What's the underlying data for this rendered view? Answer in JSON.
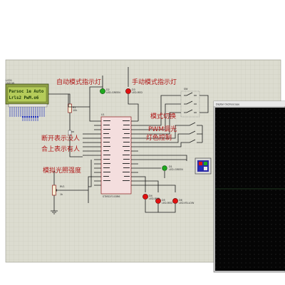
{
  "components": {
    "lcd": {
      "ref": "LCD1",
      "part": "LM016L",
      "line1": "Parsoc 1e    Auto",
      "line2": "Lrls2        PwM.o6"
    },
    "mcu": {
      "ref": "U1",
      "part": "STM32F103R6"
    },
    "led_auto": {
      "ref": "D2",
      "part": "LED-GREEN"
    },
    "led_manual": {
      "ref": "D3",
      "part": "LED-RED"
    },
    "led_rgb_d1": {
      "ref": "D1",
      "part": "LED-GREEN"
    },
    "led_d4": {
      "ref": "D4",
      "part": "LED-RED"
    },
    "led_d5": {
      "ref": "D5",
      "part": "LED-RED"
    },
    "led_d6": {
      "ref": "D6",
      "part": "LED-YELLOW"
    },
    "resistor": {
      "ref": "R1",
      "value": "10k"
    },
    "pot": {
      "ref": "RV1",
      "value": "1k"
    },
    "switches": {
      "ref": "SW"
    }
  },
  "annotations": {
    "auto_led": "自动模式指示灯",
    "manual_led": "手动模式指示灯",
    "mode_switch": "模式切换",
    "pwm_line1": "PWM调光",
    "pwm_line2": "灯色控制",
    "pir_line1": "断开表示没人",
    "pir_line2": "合上表示有人",
    "light_sim": "模拟光照强度"
  },
  "oscilloscope": {
    "title": "Digital Oscilloscope"
  },
  "colors": {
    "grid_bg": "#dcdcd0",
    "grid_line": "#c4c4b6",
    "wire": "#1a1a1a",
    "annotation": "#b01818",
    "led_red": "#e01010",
    "led_green": "#1ea81e",
    "lcd_bg": "#b5cc5a",
    "scope_bg": "#0a0a0a"
  }
}
